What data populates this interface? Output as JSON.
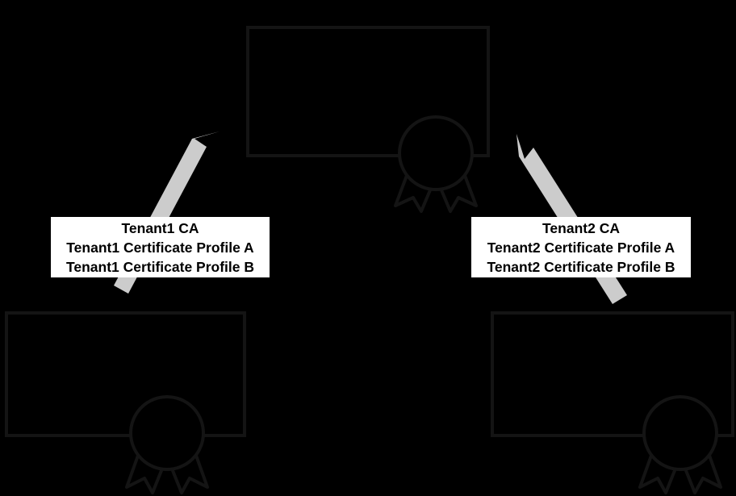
{
  "diagram": {
    "background_color": "#000000",
    "stroke_color": "#141414",
    "arrow_color": "#cccccc",
    "label_background": "#ffffff",
    "label_text_color": "#000000",
    "nodes": [
      {
        "id": "root-ca-certificate",
        "icon": "certificate-icon",
        "position": "top-center"
      },
      {
        "id": "tenant1-certificate",
        "icon": "certificate-icon",
        "position": "bottom-left"
      },
      {
        "id": "tenant2-certificate",
        "icon": "certificate-icon",
        "position": "bottom-right"
      }
    ],
    "connectors": [
      {
        "id": "tenant1-to-root-arrow",
        "icon": "arrow-up-right-icon",
        "from": "tenant1-certificate",
        "to": "root-ca-certificate"
      },
      {
        "id": "tenant2-to-root-arrow",
        "icon": "arrow-up-left-icon",
        "from": "tenant2-certificate",
        "to": "root-ca-certificate"
      }
    ],
    "labels": {
      "tenant1": {
        "line1": "Tenant1 CA",
        "line2": "Tenant1 Certificate Profile A",
        "line3": "Tenant1 Certificate Profile B"
      },
      "tenant2": {
        "line1": "Tenant2 CA",
        "line2": "Tenant2 Certificate Profile A",
        "line3": "Tenant2 Certificate Profile B"
      }
    }
  }
}
